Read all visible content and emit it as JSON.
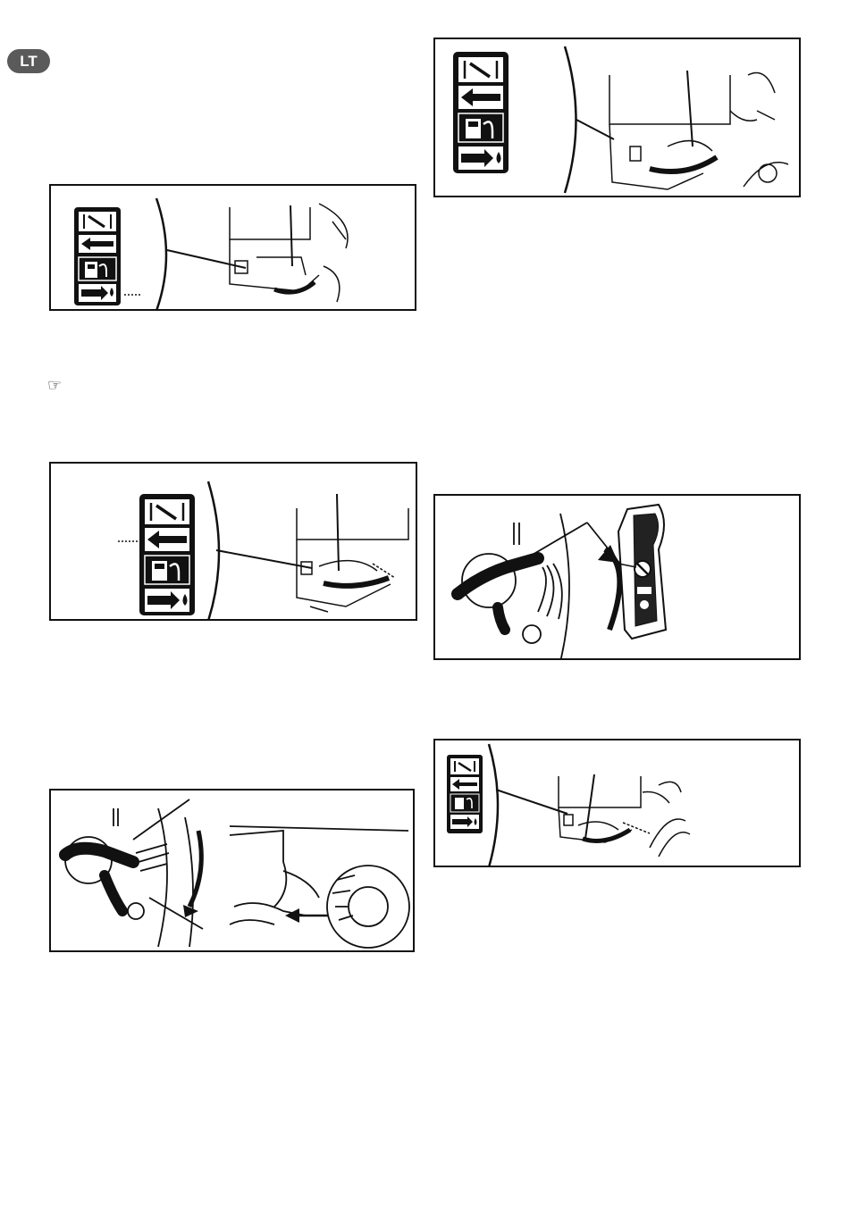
{
  "page": {
    "language_badge": "LT",
    "note_icon": "pointing-hand-icon",
    "note_glyph": "☞"
  },
  "figures": [
    {
      "id": "fig-fuel-valve-on-small",
      "icons": [
        "choke-icon",
        "arrow-left-icon",
        "fuel-pump-icon",
        "arrow-right-oil-drop-icon"
      ]
    },
    {
      "id": "fig-fuel-valve-on-large",
      "icons": [
        "choke-icon",
        "arrow-left-icon",
        "fuel-pump-icon",
        "arrow-right-oil-drop-icon"
      ]
    },
    {
      "id": "fig-choke-and-pull-start",
      "icons": [
        "choke-lever-icon",
        "recoil-starter-icon"
      ]
    },
    {
      "id": "fig-fuel-valve-top-right",
      "icons": [
        "choke-icon",
        "arrow-left-icon",
        "fuel-pump-icon",
        "arrow-right-oil-drop-icon"
      ]
    },
    {
      "id": "fig-choke-open-switch",
      "icons": [
        "choke-lever-icon",
        "engine-switch-icon"
      ]
    },
    {
      "id": "fig-fuel-valve-off",
      "icons": [
        "choke-icon",
        "arrow-left-icon",
        "fuel-pump-icon",
        "arrow-right-oil-drop-icon"
      ]
    }
  ]
}
